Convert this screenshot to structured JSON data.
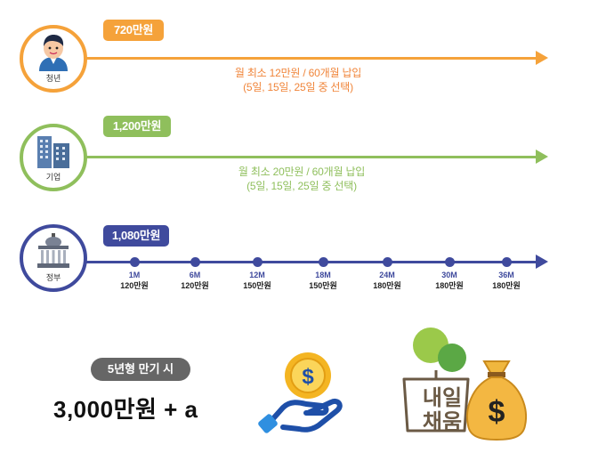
{
  "rows": [
    {
      "label": "청년",
      "amount": "720만원",
      "note1": "월 최소 12만원  / 60개월 납입",
      "note2": "(5일, 15일, 25일  중 선택)"
    },
    {
      "label": "기업",
      "amount": "1,200만원",
      "note1": "월 최소 20만원  / 60개월 납입",
      "note2": "(5일, 15일, 25일  중 선택)"
    },
    {
      "label": "정부",
      "amount": "1,080만원"
    }
  ],
  "milestones": [
    {
      "month": "1M",
      "amount": "120만원"
    },
    {
      "month": "6M",
      "amount": "120만원"
    },
    {
      "month": "12M",
      "amount": "150만원"
    },
    {
      "month": "18M",
      "amount": "150만원"
    },
    {
      "month": "24M",
      "amount": "180만원"
    },
    {
      "month": "30M",
      "amount": "180만원"
    },
    {
      "month": "36M",
      "amount": "180만원"
    }
  ],
  "summary": {
    "pill": "5년형 만기 시",
    "total": "3,000만원 + a"
  },
  "logo": {
    "line1": "내일",
    "line2": "채움"
  },
  "colors": {
    "orange": "#f5a23a",
    "green": "#8fbf5c",
    "blue": "#3f4a9d",
    "gray": "#666666"
  },
  "icons": [
    "person-icon",
    "building-icon",
    "government-building-icon",
    "coin-hand-icon",
    "money-bag-icon"
  ]
}
